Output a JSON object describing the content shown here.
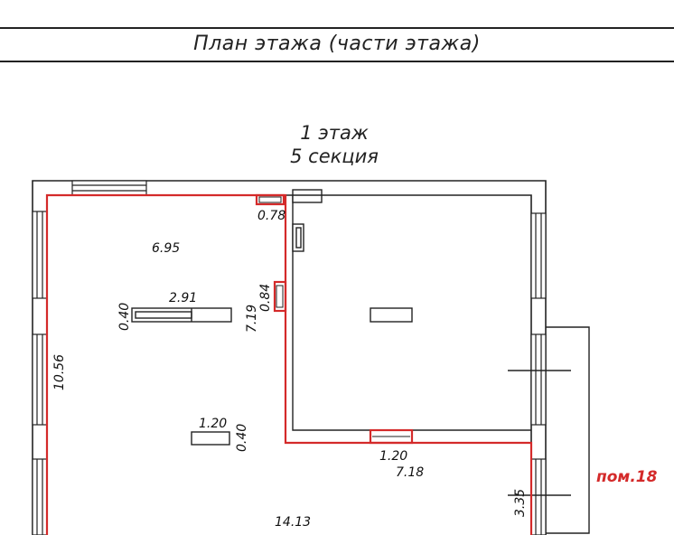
{
  "header": {
    "title": "План этажа (части этажа)"
  },
  "floor": {
    "floor_label": "1 этаж",
    "section_label": "5 секция"
  },
  "dimensions": {
    "top_width": "6.95",
    "opening_top": "0.78",
    "wall_gap": "0.84",
    "inner_height": "7.19",
    "niche_depth": "0.40",
    "niche_width": "2.91",
    "left_height": "10.56",
    "column_width": "1.20",
    "column_depth": "0.40",
    "lower_opening": "1.20",
    "lower_width": "7.18",
    "right_short": "3.35",
    "bottom_width": "14.13"
  },
  "room": {
    "label": "пом.18",
    "outline_color": "#d42a2a"
  },
  "colors": {
    "wall": "#222222",
    "outline": "#d42a2a"
  }
}
